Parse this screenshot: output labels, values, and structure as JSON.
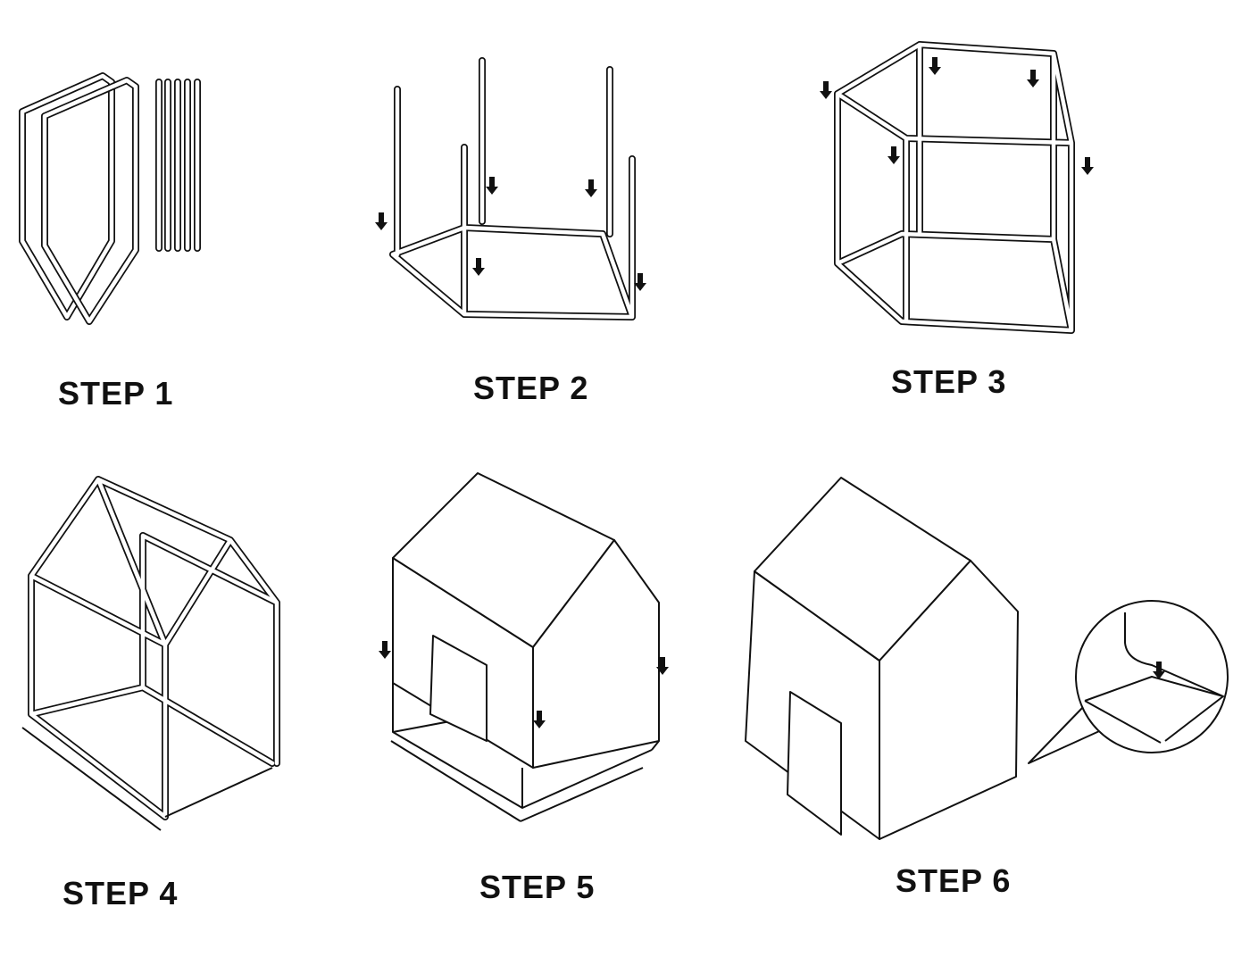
{
  "steps": [
    {
      "label": "STEP 1"
    },
    {
      "label": "STEP 2"
    },
    {
      "label": "STEP 3"
    },
    {
      "label": "STEP 4"
    },
    {
      "label": "STEP 5"
    },
    {
      "label": "STEP 6"
    }
  ]
}
